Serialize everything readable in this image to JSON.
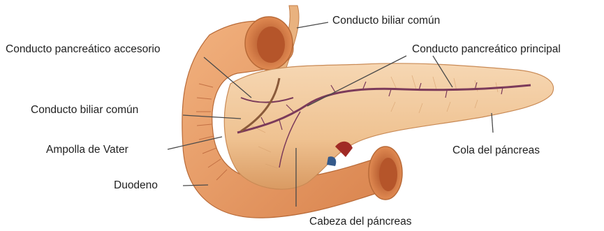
{
  "labels": {
    "common_bile_duct_top": "Conducto biliar común",
    "accessory_pancreatic_duct": "Conducto pancreático accesorio",
    "main_pancreatic_duct": "Conducto pancreático principal",
    "common_bile_duct_left": "Conducto biliar común",
    "ampulla_of_vater": "Ampolla de Vater",
    "pancreas_tail": "Cola del páncreas",
    "duodenum": "Duodeno",
    "pancreas_head": "Cabeza del páncreas"
  },
  "colors": {
    "pancreas_fill": "#f1c79a",
    "pancreas_shadow": "#d89a63",
    "duodenum_fill": "#eaa06b",
    "duodenum_inner": "#c9703d",
    "duct_color": "#7b3a5a",
    "leader_line": "#4a4a4a"
  }
}
